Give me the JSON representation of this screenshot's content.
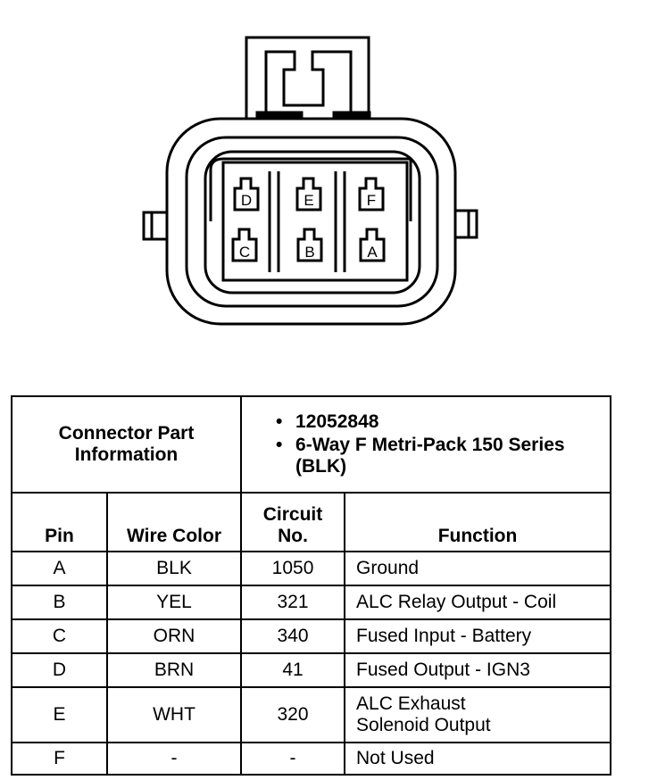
{
  "connector": {
    "pins_top": [
      "D",
      "E",
      "F"
    ],
    "pins_bottom": [
      "C",
      "B",
      "A"
    ]
  },
  "info": {
    "label": "Connector Part Information",
    "part_number": "12052848",
    "description": "6-Way F Metri-Pack 150 Series (BLK)"
  },
  "columns": {
    "pin": "Pin",
    "wire_color": "Wire Color",
    "circuit_line1": "Circuit",
    "circuit_line2": "No.",
    "function": "Function"
  },
  "rows": [
    {
      "pin": "A",
      "wire": "BLK",
      "circuit": "1050",
      "function": "Ground"
    },
    {
      "pin": "B",
      "wire": "YEL",
      "circuit": "321",
      "function": "ALC Relay Output - Coil"
    },
    {
      "pin": "C",
      "wire": "ORN",
      "circuit": "340",
      "function": "Fused Input - Battery"
    },
    {
      "pin": "D",
      "wire": "BRN",
      "circuit": "41",
      "function": "Fused Output - IGN3"
    },
    {
      "pin": "E",
      "wire": "WHT",
      "circuit": "320",
      "function_line1": "ALC Exhaust",
      "function_line2": "Solenoid Output"
    },
    {
      "pin": "F",
      "wire": "-",
      "circuit": "-",
      "function": "Not Used"
    }
  ]
}
